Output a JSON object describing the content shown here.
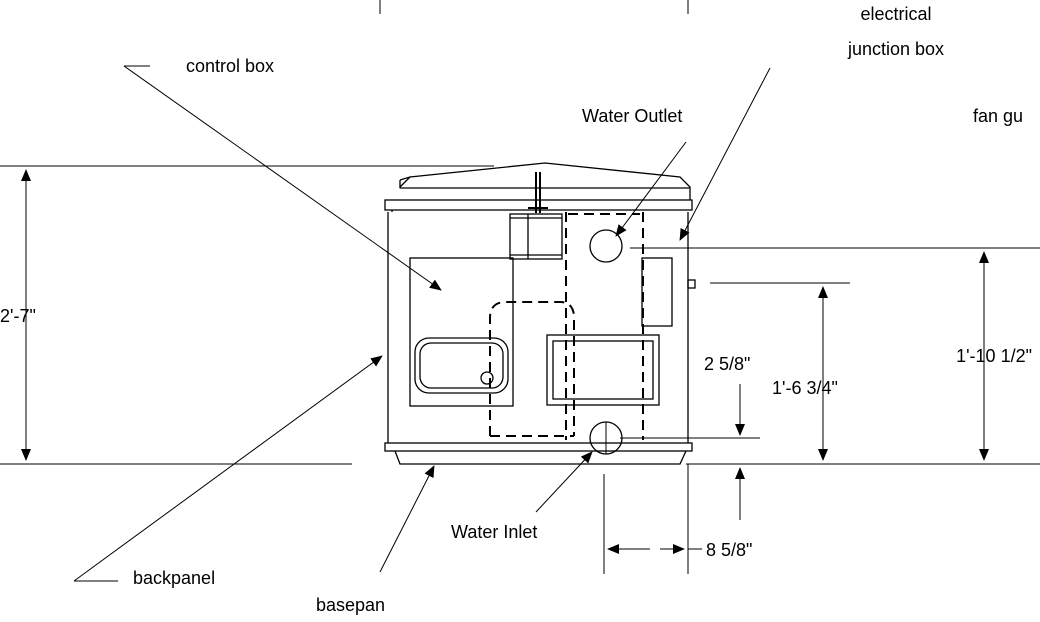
{
  "labels": {
    "control_box": "control box",
    "electrical_junction_box_line1": "electrical",
    "electrical_junction_box_line2": "junction box",
    "water_outlet": "Water Outlet",
    "fan_guard": "fan gu",
    "water_inlet": "Water Inlet",
    "backpanel": "backpanel",
    "basepan": "basepan"
  },
  "dimensions": {
    "overall_height": "2'-7\"",
    "outlet_height": "1'-10 1/2\"",
    "junction_height": "1'-6 3/4\"",
    "inlet_height": "2 5/8\"",
    "inlet_offset": "8 5/8\""
  },
  "colors": {
    "line": "#000000",
    "background": "#ffffff"
  }
}
